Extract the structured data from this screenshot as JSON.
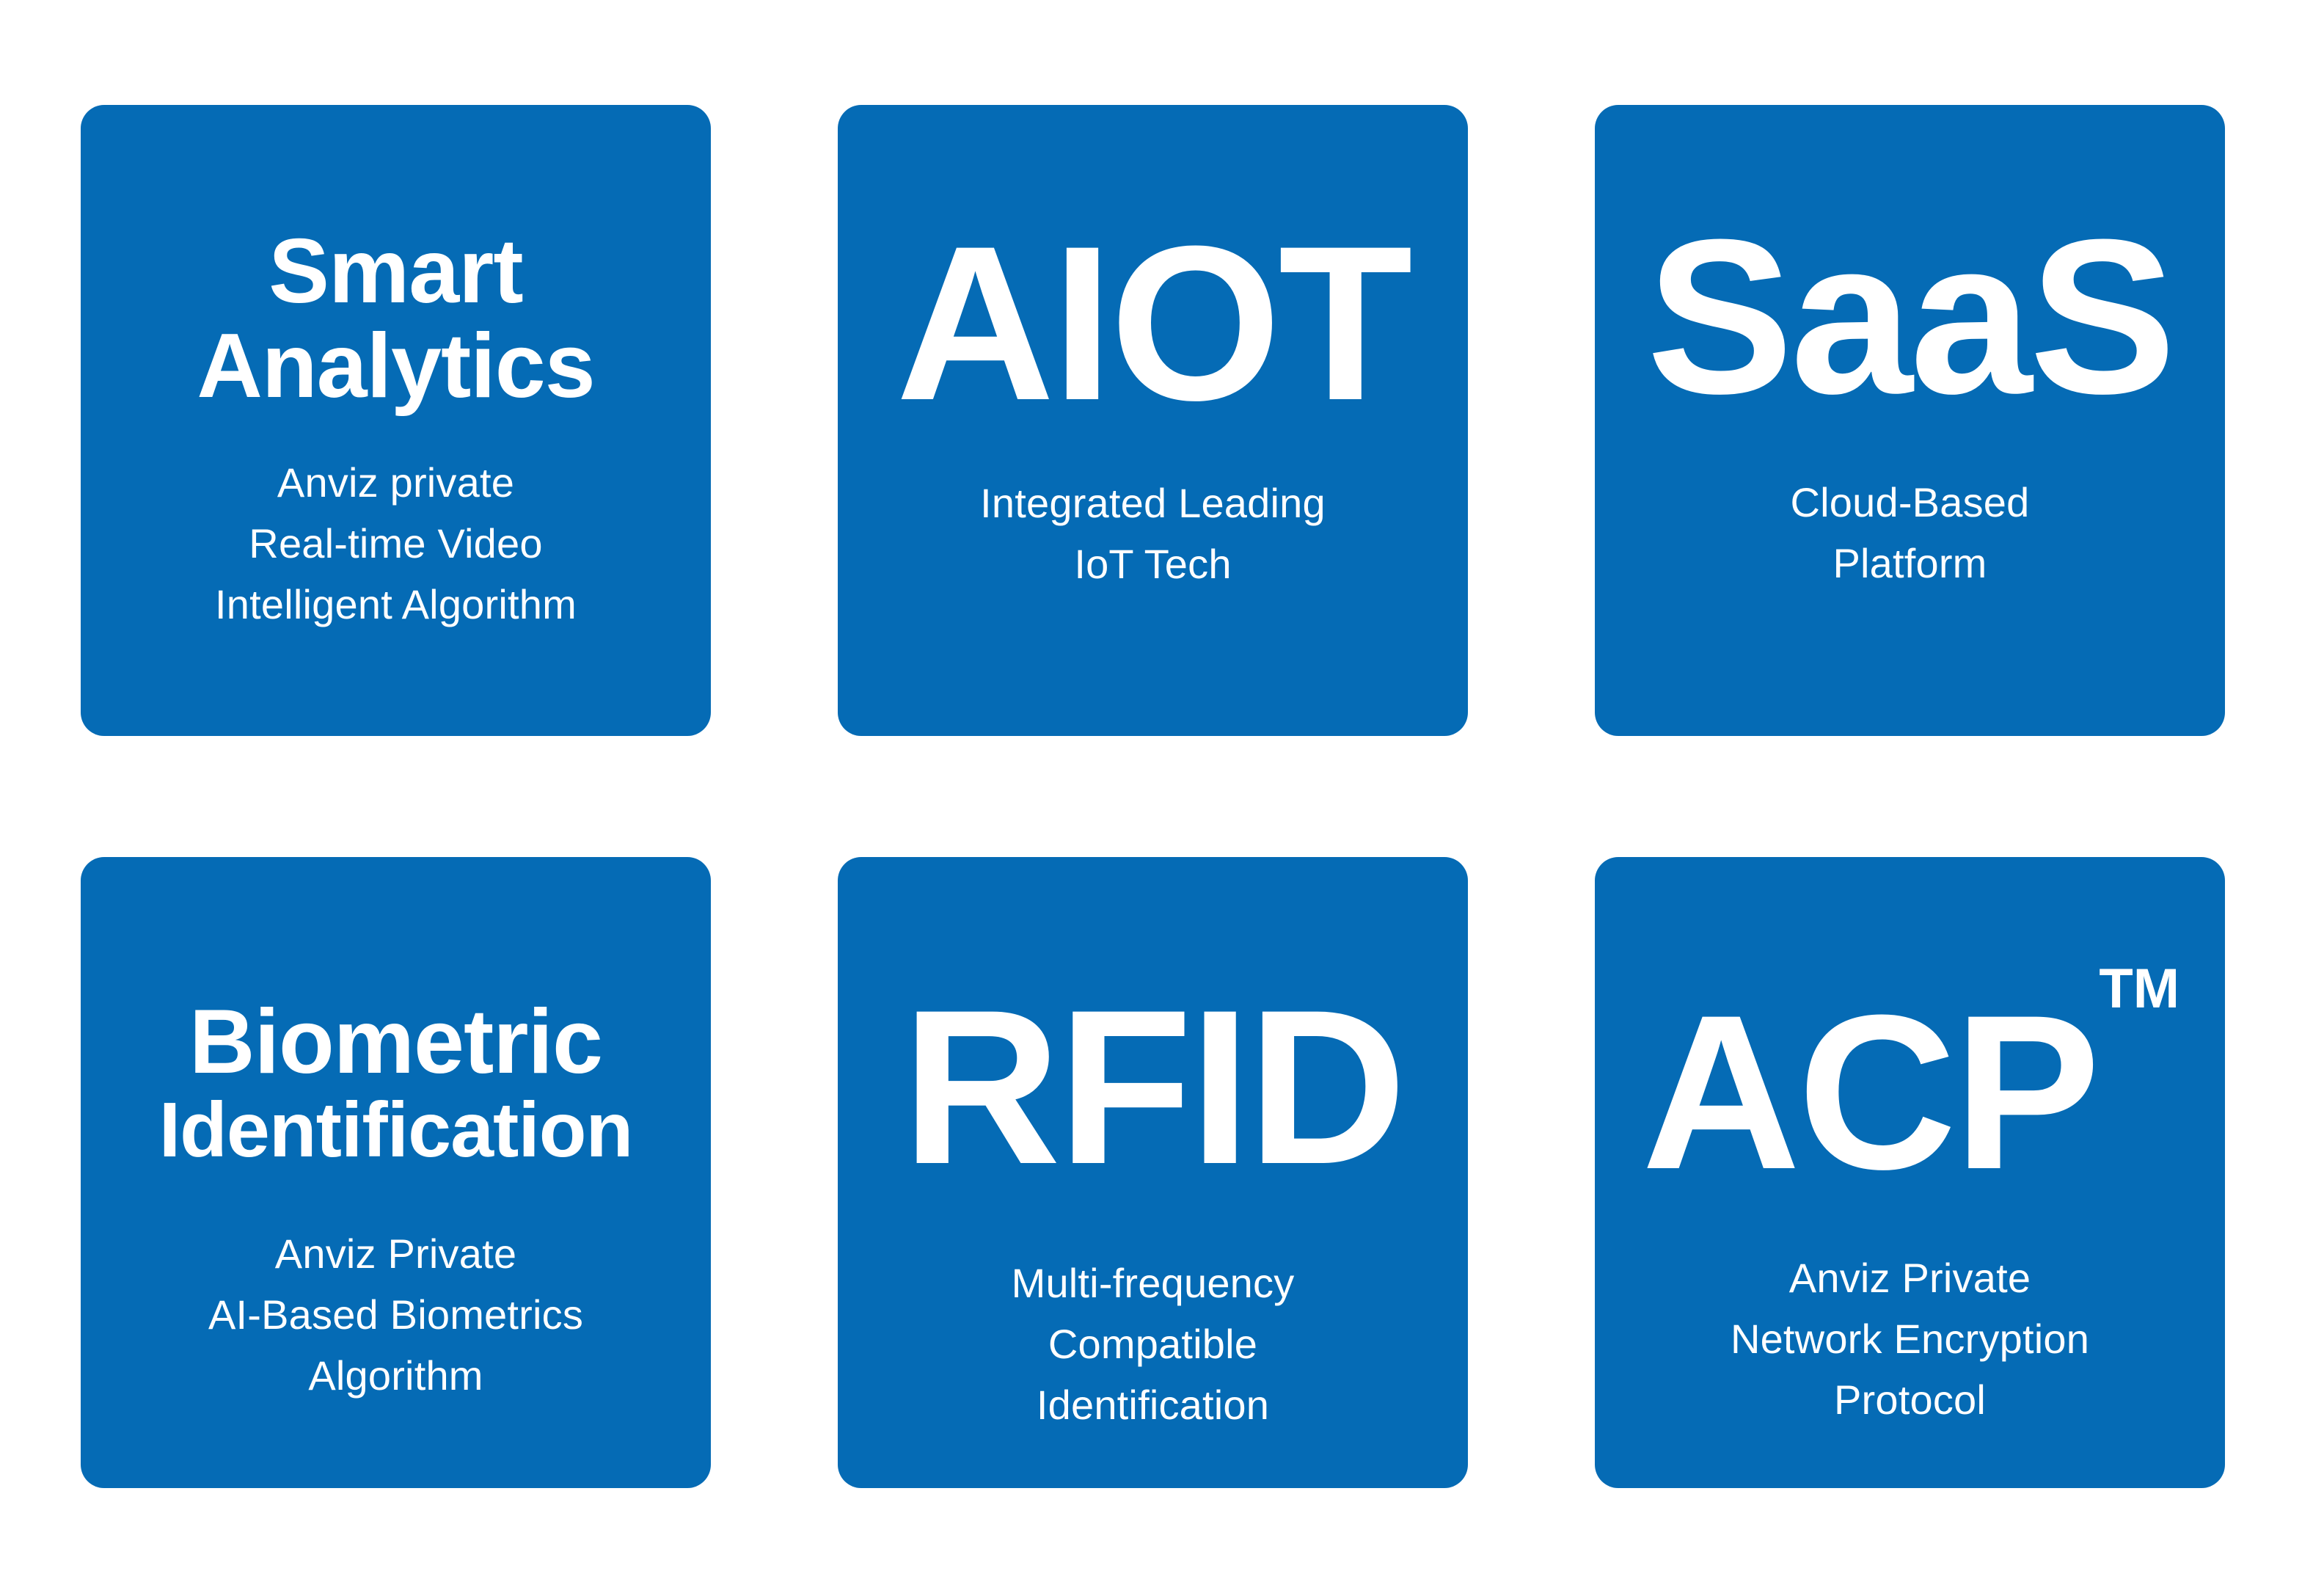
{
  "theme": {
    "background": "#ffffff",
    "card_background": "#056bb5",
    "text_color": "#ffffff"
  },
  "cards": [
    {
      "id": "smart-analytics",
      "title_line_1": "Smart",
      "title_line_2": "Analytics",
      "title_style": "stacked",
      "subtitle": "Anviz private\nReal-time Video\nIntelligent Algorithm"
    },
    {
      "id": "aiot",
      "title": "AIOT",
      "title_style": "acronym",
      "trademark": "",
      "subtitle": "Integrated Leading\nIoT Tech"
    },
    {
      "id": "saas",
      "title": "SaaS",
      "title_style": "acronym",
      "trademark": "",
      "subtitle": "Cloud-Based\nPlatform"
    },
    {
      "id": "biometric-identification",
      "title_line_1": "Biometric",
      "title_line_2": "Identification",
      "title_style": "stacked",
      "subtitle": "Anviz Private\nAI-Based  Biometrics\nAlgorithm"
    },
    {
      "id": "rfid",
      "title": "RFID",
      "title_style": "acronym",
      "trademark": "",
      "subtitle": "Multi-frequency\nCompatible\nIdentification"
    },
    {
      "id": "acp",
      "title": "ACP",
      "title_style": "acronym",
      "trademark": "TM",
      "subtitle": "Anviz Private\nNetwork Encryption\nProtocol"
    }
  ]
}
